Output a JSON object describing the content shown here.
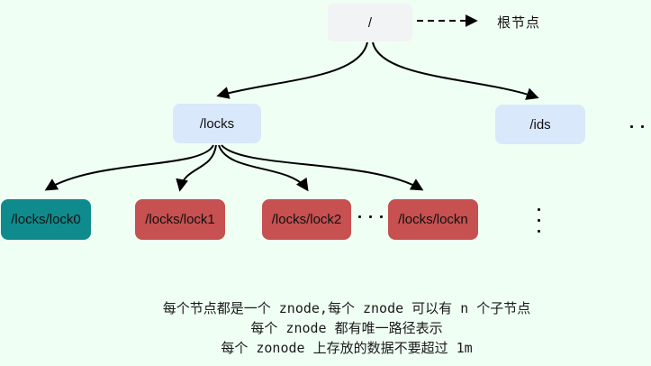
{
  "diagram": {
    "background_color": "#F0FFF4",
    "arrow_color": "#000000",
    "root": {
      "label": "/",
      "fill": "#F2F3F4",
      "annotation": "根节点"
    },
    "level2": [
      {
        "label": "/locks",
        "fill": "#DAE8FC"
      },
      {
        "label": "/ids",
        "fill": "#DAE8FC"
      }
    ],
    "level3": [
      {
        "label": "/locks/lock0",
        "fill": "#0F8B8D"
      },
      {
        "label": "/locks/lock1",
        "fill": "#C75050"
      },
      {
        "label": "/locks/lock2",
        "fill": "#C75050"
      },
      {
        "label": "/locks/lockn",
        "fill": "#C75050"
      }
    ],
    "ellipsis": {
      "between_lock2_and_lockn": "...",
      "right_of_ids": "...",
      "below_ids": "⋮"
    }
  },
  "notes": {
    "lines": [
      "每个节点都是一个 znode,每个 znode 可以有 n 个子节点",
      "每个 znode 都有唯一路径表示",
      "每个 zonode 上存放的数据不要超过 1m"
    ]
  }
}
